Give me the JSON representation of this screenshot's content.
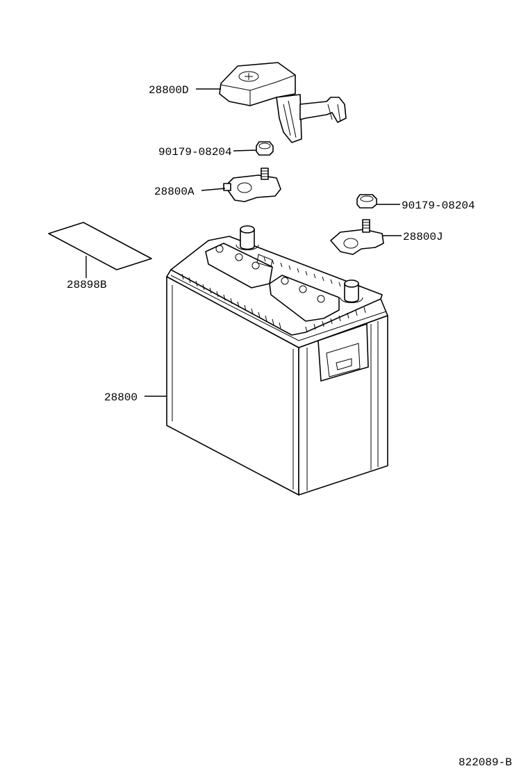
{
  "diagram": {
    "parts": [
      {
        "id": "cover",
        "label": "28800D"
      },
      {
        "id": "nut-upper",
        "label": "90179-08204"
      },
      {
        "id": "clamp-negative",
        "label": "28800A"
      },
      {
        "id": "nut-right",
        "label": "90179-08204"
      },
      {
        "id": "clamp-positive",
        "label": "28800J"
      },
      {
        "id": "label-sheet",
        "label": "28898B"
      },
      {
        "id": "battery",
        "label": "28800"
      }
    ],
    "figure_code": "822089-B"
  }
}
